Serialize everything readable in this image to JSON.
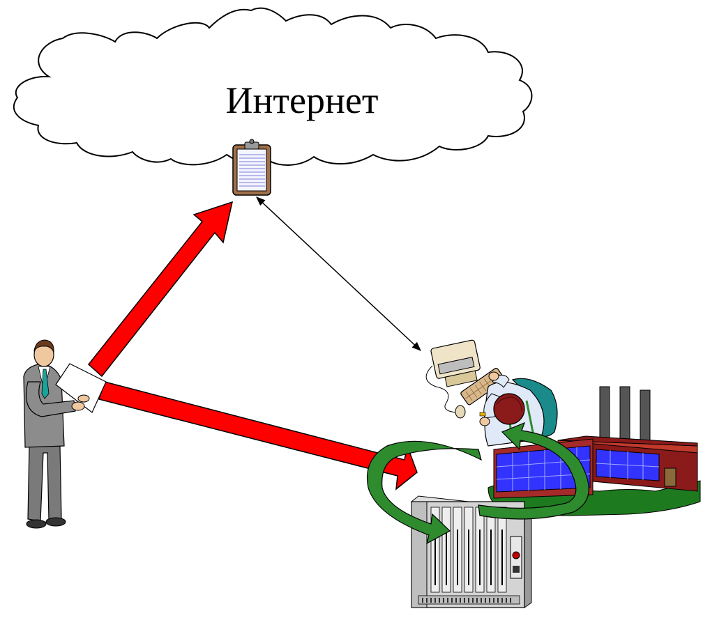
{
  "diagram": {
    "cloud_label": "Интернет",
    "nodes": [
      {
        "id": "internet",
        "icon": "cloud-icon"
      },
      {
        "id": "document",
        "icon": "clipboard-icon"
      },
      {
        "id": "person",
        "icon": "businessman-icon"
      },
      {
        "id": "operator",
        "icon": "workstation-operator-icon"
      },
      {
        "id": "factory",
        "icon": "factory-icon"
      },
      {
        "id": "server",
        "icon": "rack-server-icon"
      }
    ],
    "edges": [
      {
        "from": "person",
        "to": "document",
        "style": "red-block-arrow"
      },
      {
        "from": "person",
        "to": "server",
        "style": "red-block-arrow"
      },
      {
        "from": "document",
        "to": "operator",
        "style": "thin-double-arrow"
      },
      {
        "from": "factory",
        "to": "server",
        "style": "green-curved-arrow"
      },
      {
        "from": "server",
        "to": "factory",
        "style": "green-curved-arrow"
      }
    ],
    "colors": {
      "red_arrow": "#ff0000",
      "green_arrow": "#2e8b2e",
      "factory_wall": "#8b1a1a",
      "factory_windows": "#3333ff",
      "factory_roof": "#c0392b",
      "grass": "#1e7a1e",
      "clipboard": "#a0704a",
      "suit": "#8c8c8c",
      "tie": "#1aa39a"
    }
  }
}
